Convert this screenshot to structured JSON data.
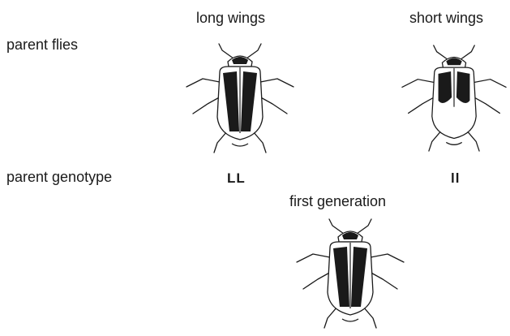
{
  "rows": {
    "parent_flies": "parent flies",
    "parent_genotype": "parent genotype"
  },
  "parents": {
    "left": {
      "phenotype": "long wings",
      "genotype": "LL"
    },
    "right": {
      "phenotype": "short wings",
      "genotype": "ll"
    }
  },
  "offspring": {
    "title": "first generation"
  }
}
